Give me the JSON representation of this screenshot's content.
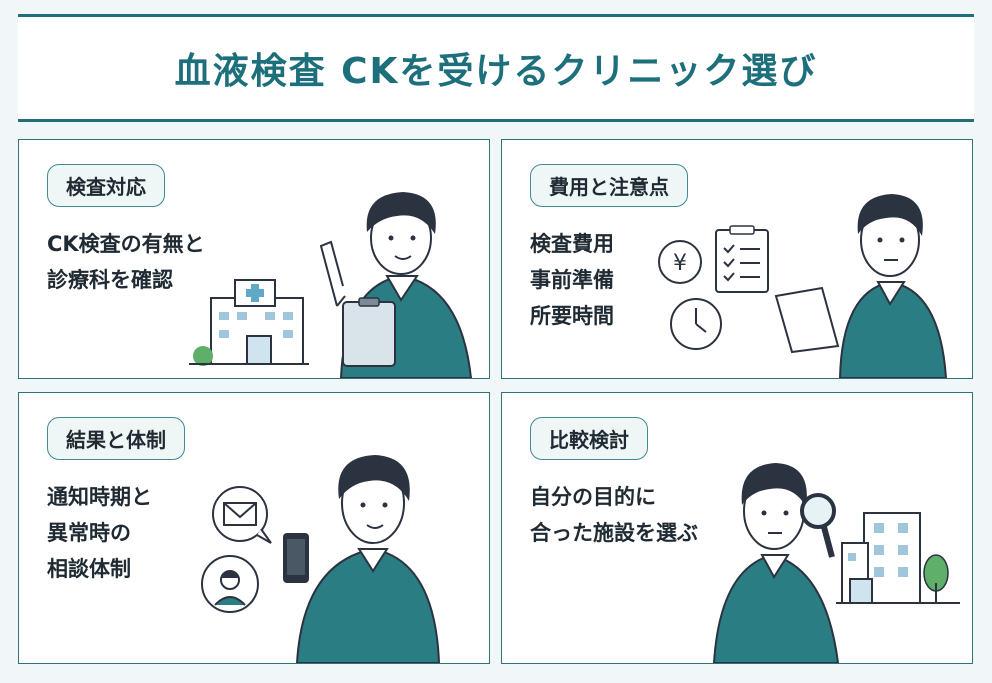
{
  "header": {
    "title": "血液検査 CKを受けるクリニック選び"
  },
  "panels": [
    {
      "badge": "検査対応",
      "lines": [
        "CK検査の有無と",
        "診療科を確認"
      ]
    },
    {
      "badge": "費用と注意点",
      "lines": [
        "検査費用",
        "事前準備",
        "所要時間"
      ]
    },
    {
      "badge": "結果と体制",
      "lines": [
        "通知時期と",
        "異常時の",
        "相談体制"
      ]
    },
    {
      "badge": "比較検討",
      "lines": [
        "自分の目的に",
        "合った施設を選ぶ"
      ]
    }
  ],
  "icons": {
    "panel1": [
      "clinic-building-icon",
      "clipboard-icon",
      "person-pointing-icon"
    ],
    "panel2": [
      "yen-coin-icon",
      "checklist-icon",
      "clock-icon",
      "person-thinking-icon"
    ],
    "panel3": [
      "mail-bubble-icon",
      "operator-headset-icon",
      "smartphone-icon",
      "person-phone-icon"
    ],
    "panel4": [
      "magnifier-icon",
      "building-icon",
      "tree-icon",
      "person-searching-icon"
    ]
  },
  "colors": {
    "accent": "#1c6f7b",
    "shirt": "#2a7d82",
    "hair": "#2b3340"
  }
}
